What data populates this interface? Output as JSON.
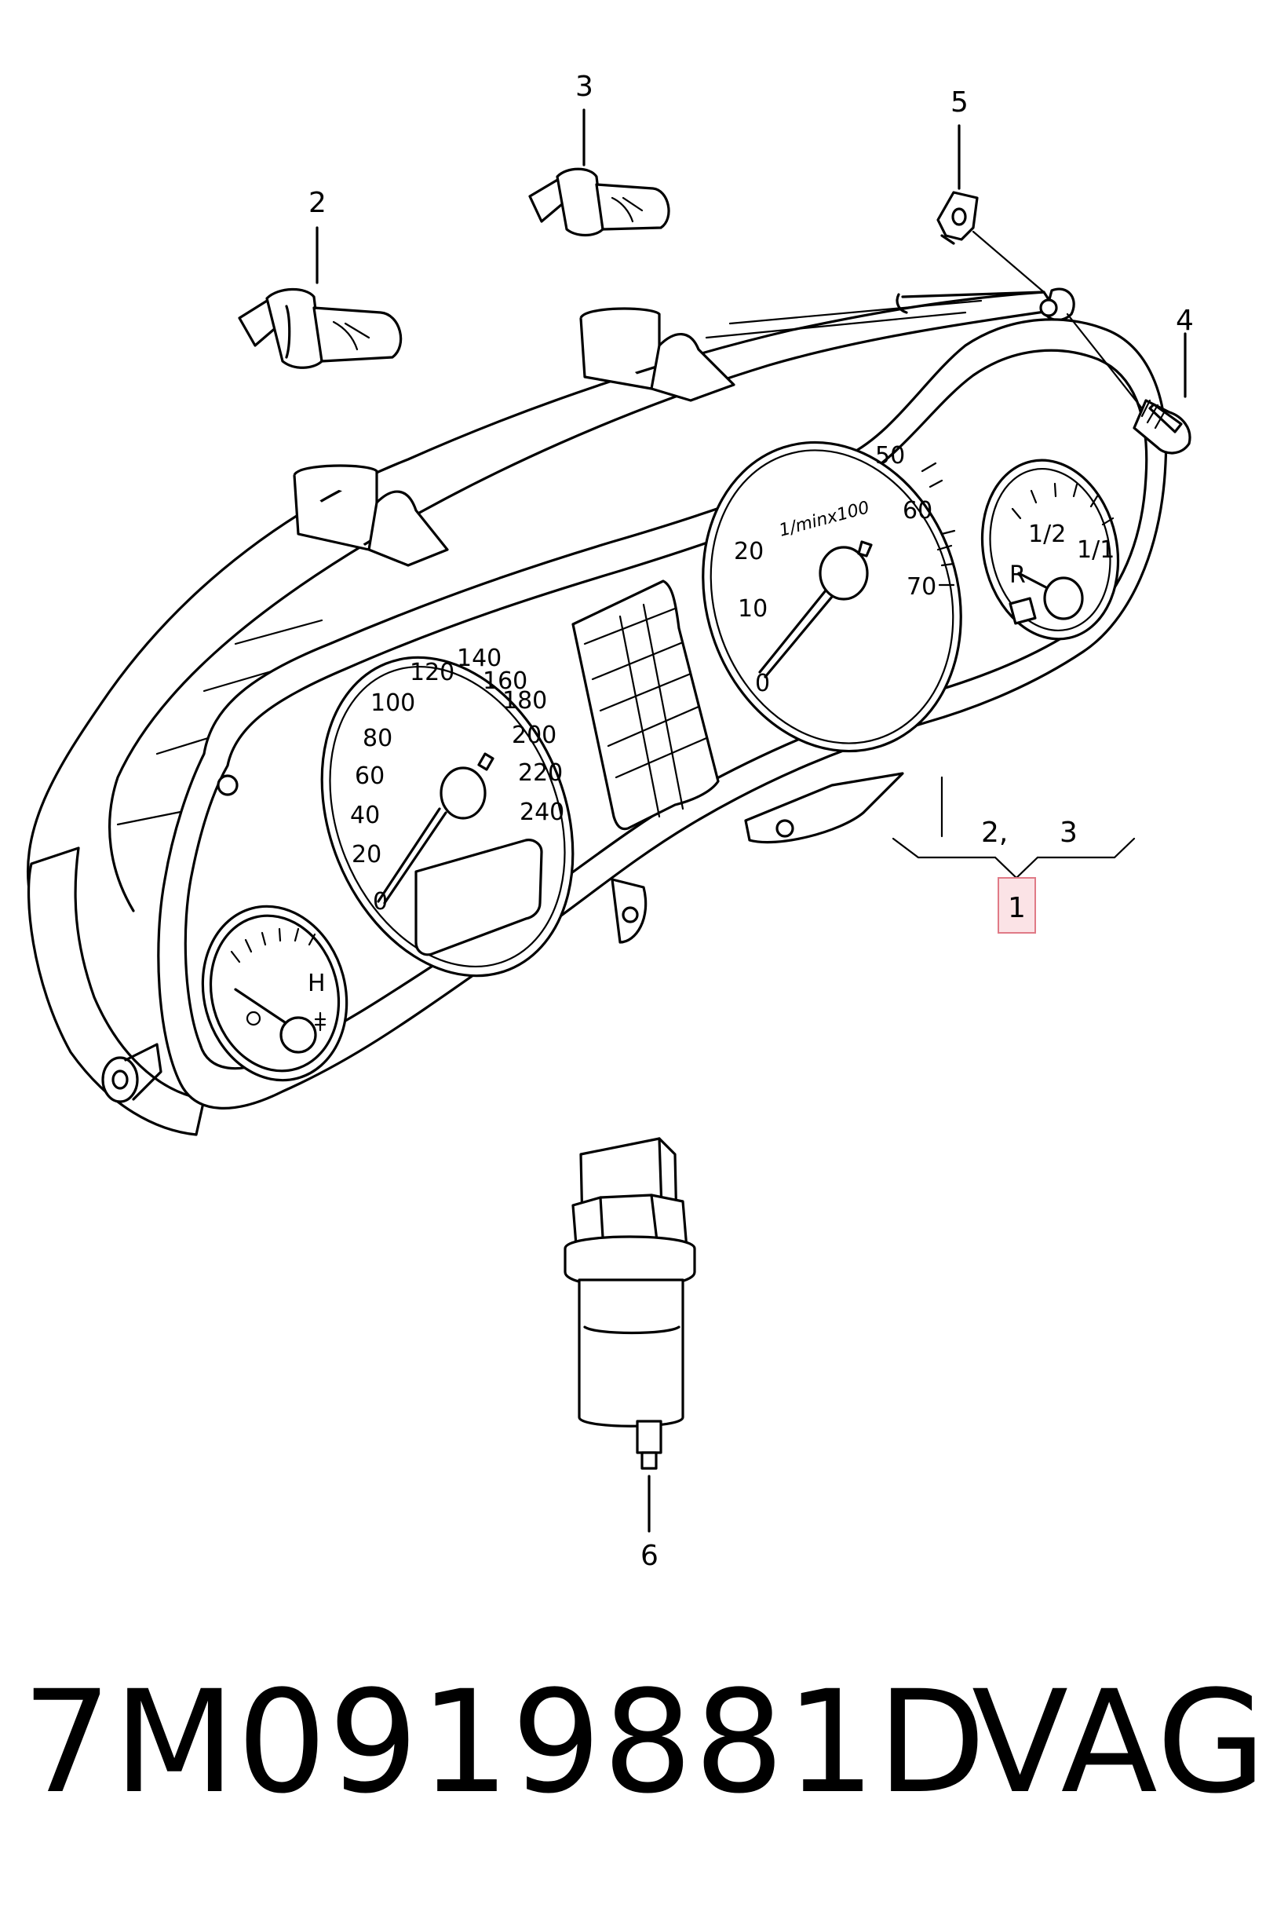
{
  "callouts": {
    "c1": "1",
    "c2": "2",
    "c3": "3",
    "c4": "4",
    "c5": "5",
    "c6": "6",
    "group_2": "2,",
    "group_3": "3"
  },
  "speedometer": {
    "ticks": [
      "0",
      "20",
      "40",
      "60",
      "80",
      "100",
      "120",
      "140",
      "160",
      "180",
      "200",
      "220",
      "240"
    ]
  },
  "tachometer": {
    "ticks": [
      "0",
      "10",
      "20",
      "50",
      "60",
      "70"
    ],
    "unit": "1/minx100"
  },
  "fuel_gauge": {
    "half": "1/2",
    "full": "1/1",
    "reserve": "R"
  },
  "temp_gauge": {
    "hot": "H"
  },
  "footer": {
    "part_number": "7M0919881D",
    "brand": "VAG"
  },
  "colors": {
    "highlight_fill": "#fbe3e6",
    "highlight_stroke": "#e07a86",
    "line": "#000000"
  }
}
